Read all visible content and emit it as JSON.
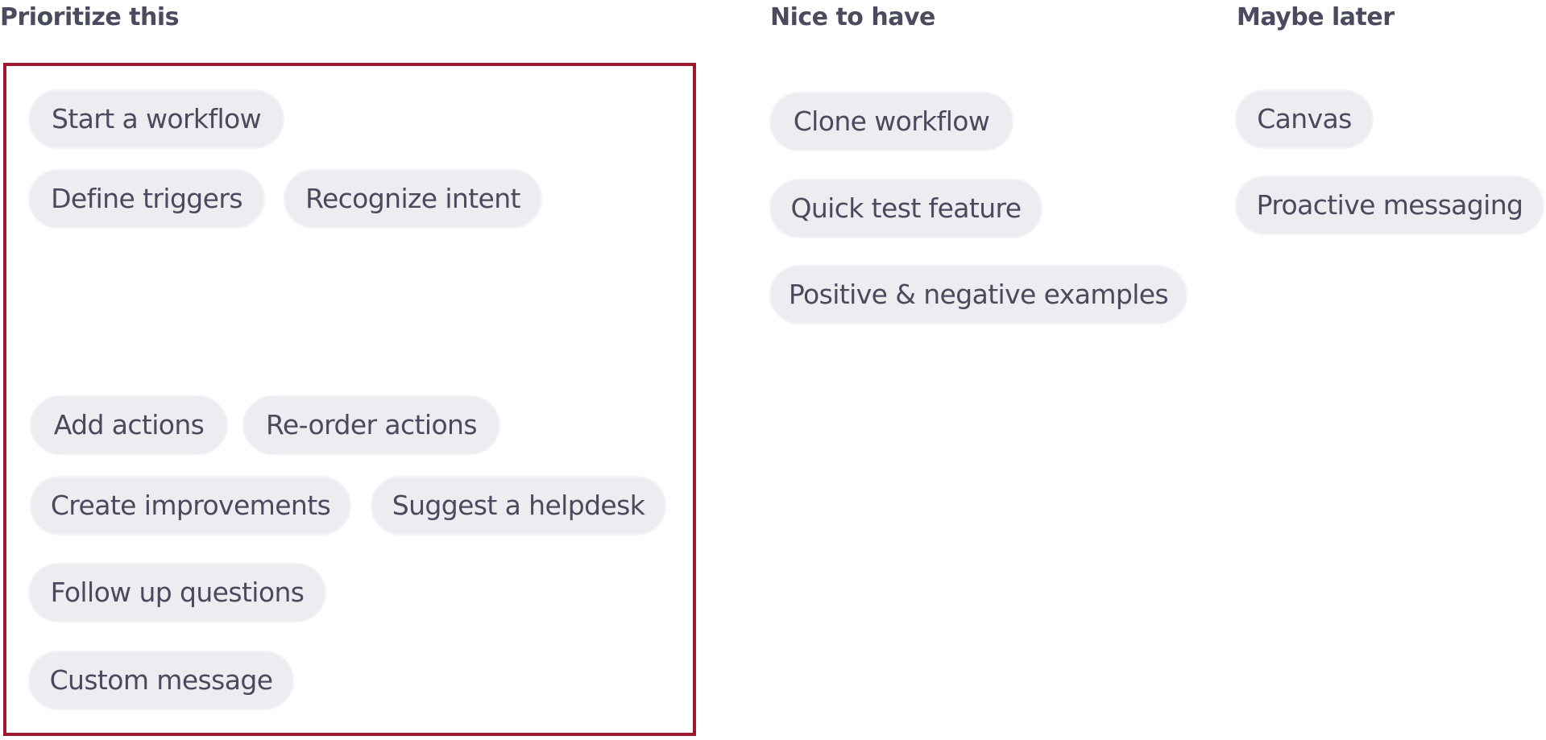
{
  "columns": {
    "prioritize": {
      "heading": "Prioritize this",
      "accent_color": "#a0192e",
      "items": [
        "Start a workflow",
        "Define triggers",
        "Recognize intent",
        "Add actions",
        "Re-order actions",
        "Create improvements",
        "Suggest a helpdesk",
        "Follow up questions",
        "Custom message"
      ]
    },
    "nice_to_have": {
      "heading": "Nice to have",
      "items": [
        "Clone workflow",
        "Quick test feature",
        "Positive & negative examples"
      ]
    },
    "maybe_later": {
      "heading": "Maybe later",
      "items": [
        "Canvas",
        "Proactive messaging"
      ]
    }
  },
  "colors": {
    "chip_background": "#ececf1",
    "text": "#4a4a5e"
  }
}
